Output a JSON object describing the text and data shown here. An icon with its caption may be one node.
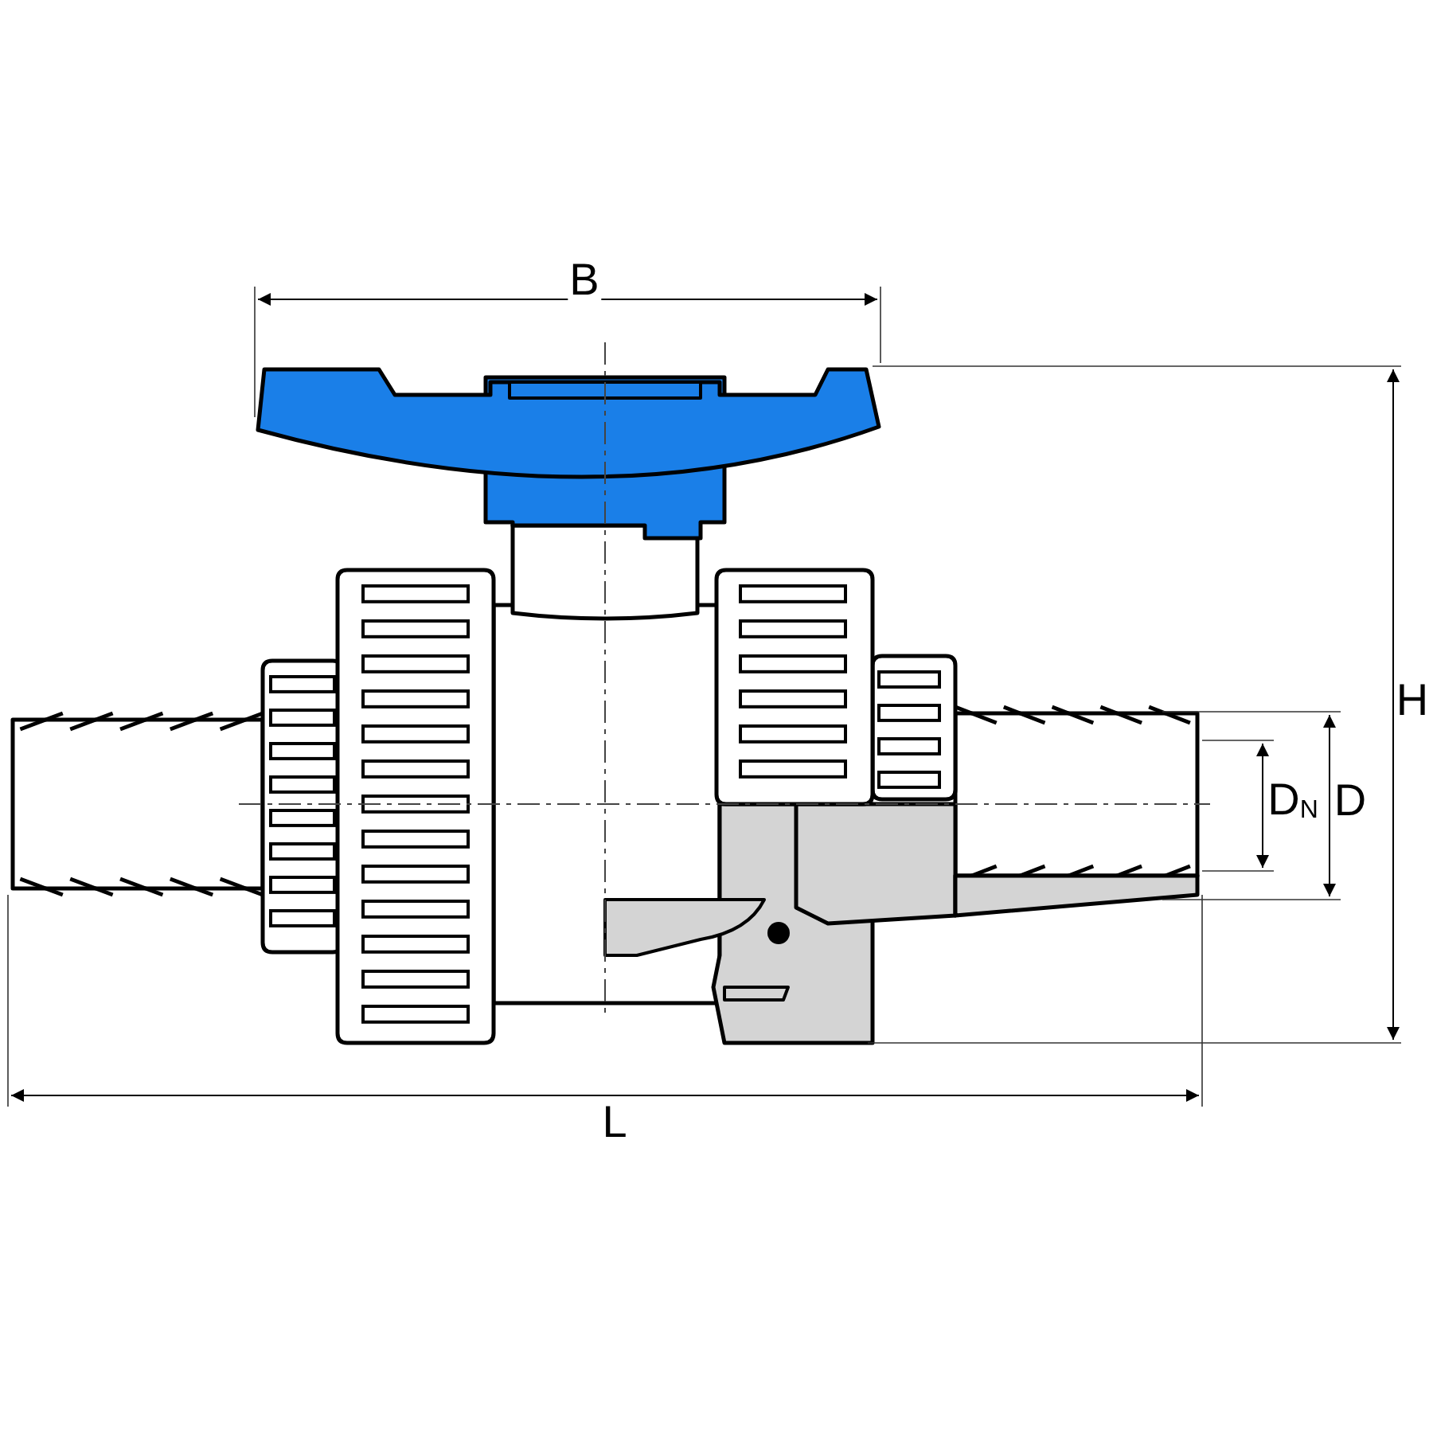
{
  "diagram": {
    "labels": [
      "B",
      "H",
      "D$_{N}$",
      "D",
      "L"
    ]
  }
}
